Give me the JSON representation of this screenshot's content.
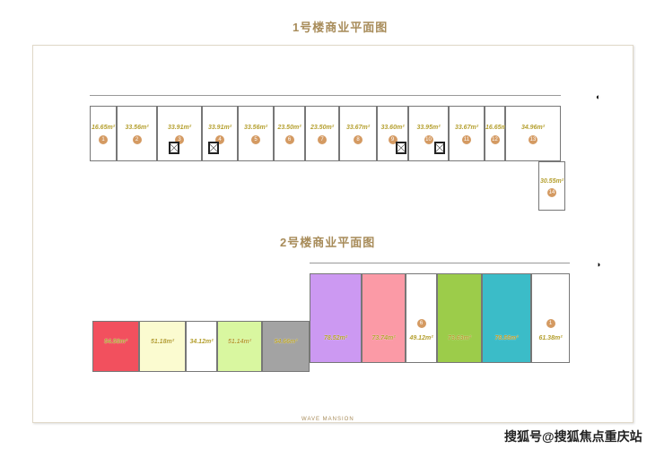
{
  "titles": {
    "building1": "1号楼商业平面图",
    "building2": "2号楼商业平面图"
  },
  "building1": {
    "units": [
      {
        "no": "1",
        "area": "16.65m²"
      },
      {
        "no": "2",
        "area": "33.56m²"
      },
      {
        "no": "3",
        "area": "33.91m²"
      },
      {
        "no": "4",
        "area": "33.91m²"
      },
      {
        "no": "5",
        "area": "33.56m²"
      },
      {
        "no": "6",
        "area": "23.50m²"
      },
      {
        "no": "7",
        "area": "23.50m²"
      },
      {
        "no": "8",
        "area": "33.67m²"
      },
      {
        "no": "9",
        "area": "33.60m²"
      },
      {
        "no": "10",
        "area": "33.95m²"
      },
      {
        "no": "11",
        "area": "33.67m²"
      },
      {
        "no": "12",
        "area": "16.65m²"
      },
      {
        "no": "13",
        "area": "34.96m²"
      },
      {
        "no": "14",
        "area": "30.55m²"
      }
    ]
  },
  "building2": {
    "units": [
      {
        "no": "",
        "area": "54.58m²",
        "color": "#f2505e"
      },
      {
        "no": "",
        "area": "51.18m²",
        "color": "#fbfbd0"
      },
      {
        "no": "",
        "area": "34.12m²",
        "color": "#ffffff"
      },
      {
        "no": "",
        "area": "51.14m²",
        "color": "#d9f7a0"
      },
      {
        "no": "",
        "area": "54.66m²",
        "color": "#a3a3a3"
      },
      {
        "no": "",
        "area": "78.52m²",
        "color": "#cc99f2"
      },
      {
        "no": "",
        "area": "73.74m²",
        "color": "#fb9aa6"
      },
      {
        "no": "6",
        "area": "49.12m²",
        "color": "#ffffff"
      },
      {
        "no": "",
        "area": "73.63m²",
        "color": "#9ccc4a"
      },
      {
        "no": "",
        "area": "78.56m²",
        "color": "#3bbcc8"
      },
      {
        "no": "1",
        "area": "61.38m²",
        "color": "#ffffff"
      }
    ]
  },
  "logo": "WAVE MANSION",
  "watermark": "搜狐号@搜狐焦点重庆站"
}
